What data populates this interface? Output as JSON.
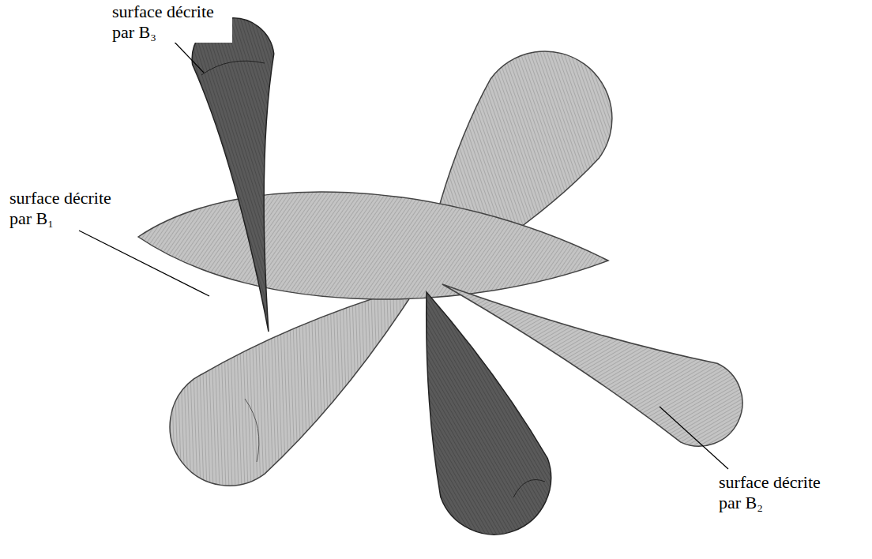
{
  "diagram": {
    "labels": [
      "surface décrite par B₃",
      "surface décrite par B₁",
      "surface décrite par B₂"
    ]
  }
}
